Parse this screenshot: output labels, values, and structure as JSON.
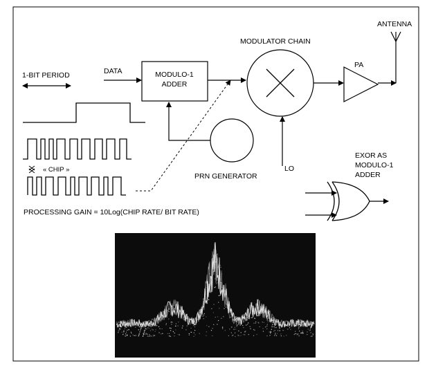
{
  "labels": {
    "bit_period": "1-BIT PERIOD",
    "data": "DATA",
    "adder_line1": "MODULO-1",
    "adder_line2": "ADDER",
    "modulator_chain": "MODULATOR CHAIN",
    "antenna": "ANTENNA",
    "pa": "PA",
    "prn_generator": "PRN GENERATOR",
    "lo": "LO",
    "chip": "« CHIP »",
    "exor_line1": "EXOR AS",
    "exor_line2": "MODULO-1",
    "exor_line3": "ADDER",
    "processing_gain": "PROCESSING GAIN = 10Log(CHIP RATE/ BIT RATE)"
  },
  "colors": {
    "line": "#000000",
    "background": "#ffffff",
    "spectrum_bg": "#0c0c0c",
    "spectrum_trace": "#e8e8e8"
  }
}
